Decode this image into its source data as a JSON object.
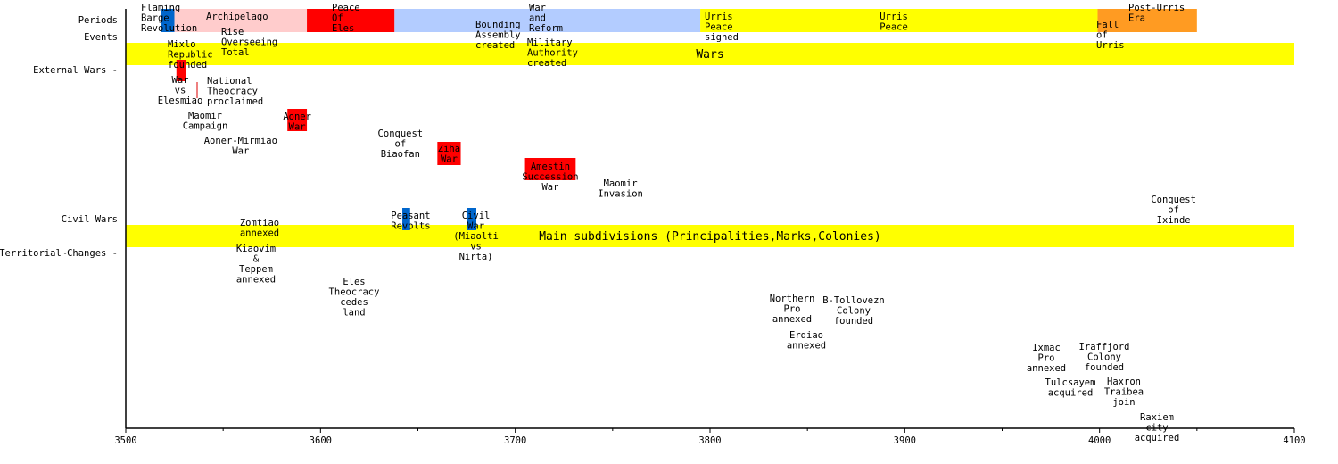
{
  "chart_data": {
    "type": "timeline",
    "title": "",
    "xlim": [
      3500,
      4100
    ],
    "x_ticks_major": [
      3500,
      3600,
      3700,
      3800,
      3900,
      4000,
      4100
    ],
    "x_ticks_minor_step": 50,
    "rows": [
      "Periods",
      "Events",
      "External Wars -",
      "Civil Wars",
      "Territorial~Changes -"
    ],
    "bands": [
      {
        "label": "Wars",
        "color": "#ffff00"
      },
      {
        "label": "Main subdivisions (Principalities,Marks,Colonies)",
        "color": "#ffff00"
      }
    ],
    "periods": [
      {
        "start": 3518,
        "end": 3525,
        "color": "#0066cc",
        "label": "Flaming\nBarge\nRevolution"
      },
      {
        "start": 3525,
        "end": 3593,
        "color": "#ffcccc",
        "label": "Archipelago"
      },
      {
        "start": 3525,
        "end": 3593,
        "color": "#ffcccc",
        "label": "Rise\nOverseeing\nTotal"
      },
      {
        "start": 3593,
        "end": 3638,
        "color": "#ff0000",
        "label": "Peace\nOf\nEles"
      },
      {
        "start": 3638,
        "end": 3795,
        "color": "#b3ccff",
        "label": "War\nand\nReform"
      },
      {
        "start": 3795,
        "end": 3999,
        "color": "#ffff00",
        "label": "Urris\nPeace"
      },
      {
        "start": 3999,
        "end": 4050,
        "color": "#ff9b22",
        "label": "Post-Urris\nEra"
      }
    ],
    "events": [
      {
        "at": 3527,
        "label": "Mixlo\nRepublic\nfounded"
      },
      {
        "at": 3541,
        "label": "National\nTheocracy\nproclaimed"
      },
      {
        "at": 3685,
        "label": "Bounding\nAssembly\ncreated"
      },
      {
        "at": 3707,
        "label": "Military\nAuthority\ncreated"
      },
      {
        "at": 3797,
        "label": "Urris\nPeace\nsigned"
      },
      {
        "at": 4000,
        "label": "Fall\nof\nUrris"
      }
    ],
    "external_wars": [
      {
        "start": 3526,
        "end": 3531,
        "color": "#ff0000",
        "label": "War\nvs\nElesmiao"
      },
      {
        "at": 3537,
        "label": "Maomir\nCampaign"
      },
      {
        "at": 3559,
        "label": "Aoner-Mirmiao\nWar"
      },
      {
        "start": 3583,
        "end": 3593,
        "color": "#ff0000",
        "label": "Aoner\nWar"
      },
      {
        "at": 3641,
        "label": "Conquest\nof\nBiaofan"
      },
      {
        "start": 3660,
        "end": 3672,
        "color": "#ff0000",
        "label": "Zihã\nWar"
      },
      {
        "start": 3705,
        "end": 3731,
        "color": "#ff0000",
        "label": "Amestin\nSuccession\nWar"
      },
      {
        "at": 3754,
        "label": "Maomir\nInvasion"
      },
      {
        "at": 4038,
        "label": "Conquest\nof\nIxinde"
      }
    ],
    "civil_wars": [
      {
        "start": 3642,
        "end": 3646,
        "color": "#0066cc",
        "label": "Peasant\nRevolts"
      },
      {
        "start": 3675,
        "end": 3680,
        "color": "#0066cc",
        "label": "Civil\nWar\n(Miaolti\nvs\nNirta)"
      }
    ],
    "territorial_changes": [
      {
        "at": 3567,
        "label": "Kiaovim\n&\nTeppem\nannexed"
      },
      {
        "at": 3567,
        "label": "Zomtiao\nannexed"
      },
      {
        "at": 3617,
        "label": "Eles\nTheocracy\ncedes\nland"
      },
      {
        "at": 3835,
        "label": "Northern\nPro\nannexed"
      },
      {
        "at": 3845,
        "label": "Erdiao\nannexed"
      },
      {
        "at": 3856,
        "label": "B-Tollovezn\nColony\nfounded"
      },
      {
        "at": 3973,
        "label": "Ixmac\nPro\nannexed"
      },
      {
        "at": 3983,
        "label": "Tulcsayem\nacquired"
      },
      {
        "at": 4003,
        "label": "Iraffjord\nColony\nfounded"
      },
      {
        "at": 4000,
        "label": "Haxron\nTraibea\njoin"
      },
      {
        "at": 4028,
        "label": "Raxiem\ncity\nacquired"
      }
    ]
  }
}
